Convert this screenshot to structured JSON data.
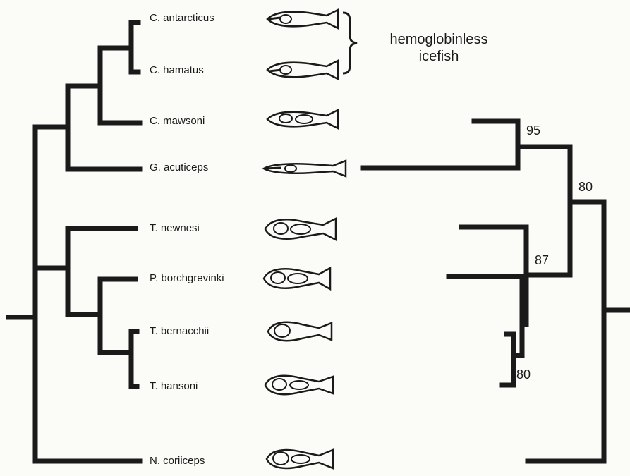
{
  "taxa": [
    "C. antarcticus",
    "C. hamatus",
    "C. mawsoni",
    "G. acuticeps",
    "T. newnesi",
    "P. borchgrevinki",
    "T. bernacchii",
    "T. hansoni",
    "N. coriiceps"
  ],
  "bracket_label_line1": "hemoglobinless",
  "bracket_label_line2": "icefish",
  "support_values": [
    "95",
    "80",
    "87",
    "80"
  ]
}
